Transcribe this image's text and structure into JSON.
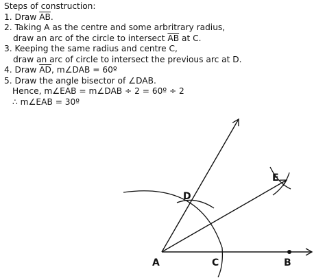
{
  "steps": {
    "heading": "Steps of construction:",
    "step1": {
      "prefix": "1. Draw ",
      "seg": "AB",
      "suffix": "."
    },
    "step2": {
      "line1": "2. Taking A as the centre and some arbritrary radius,",
      "line2_prefix": "draw an arc of the circle to intersect ",
      "line2_seg": "AB",
      "line2_suffix": " at C."
    },
    "step3": {
      "line1": "3.  Keeping the same radius and centre C,",
      "line2": "draw an arc of circle to intersect the previous arc at D."
    },
    "step4": {
      "prefix": "4. Draw ",
      "seg": "AD",
      "suffix": ", m∠DAB = 60º"
    },
    "step5": {
      "line1": "5. Draw the angle bisector of ∠DAB.",
      "line2": "Hence, m∠EAB = m∠DAB ÷ 2 = 60º ÷ 2",
      "line3": "∴  m∠EAB = 30º"
    }
  },
  "figure": {
    "labels": {
      "A": "A",
      "B": "B",
      "C": "C",
      "D": "D",
      "E": "E"
    },
    "stroke_color": "#111111"
  }
}
